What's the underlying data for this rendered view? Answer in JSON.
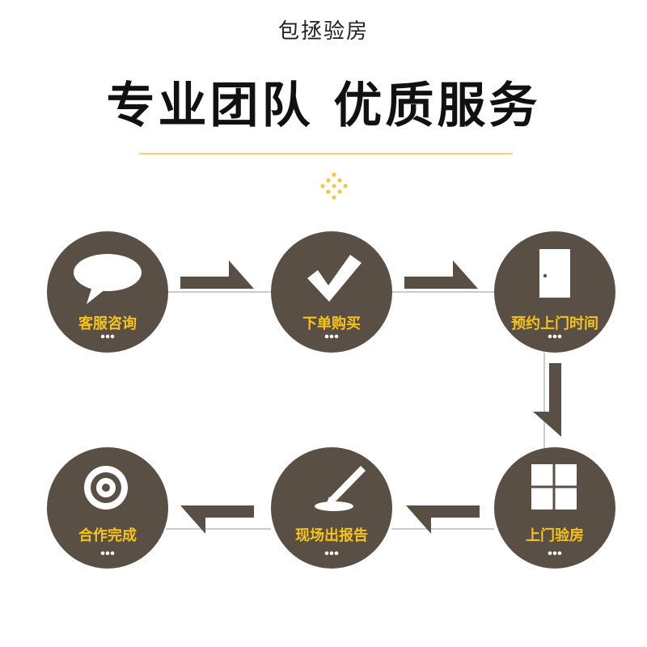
{
  "header": {
    "subtitle": "包拯验房",
    "title": "专业团队  优质服务"
  },
  "steps": [
    {
      "label": "客服咨询",
      "icon": "speech-bubble-icon"
    },
    {
      "label": "下单购买",
      "icon": "checkmark-icon"
    },
    {
      "label": "预约上门时间",
      "icon": "door-icon"
    },
    {
      "label": "上门验房",
      "icon": "window-icon"
    },
    {
      "label": "现场出报告",
      "icon": "pen-writing-icon"
    },
    {
      "label": "合作完成",
      "icon": "target-icon"
    }
  ],
  "colors": {
    "circle": "#5a4f45",
    "label": "#f6c417",
    "divider": "#f3d36a",
    "arrow": "#5a4f45",
    "line": "#cccccc"
  }
}
